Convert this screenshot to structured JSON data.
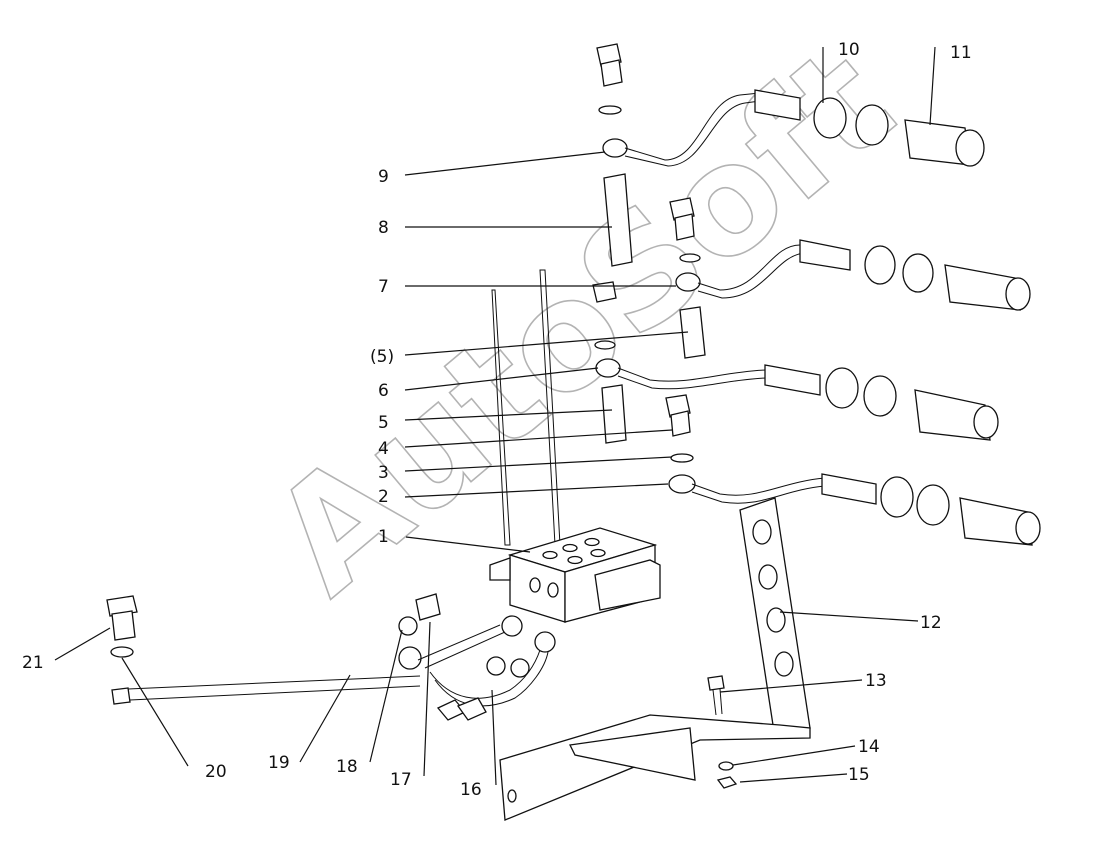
{
  "watermark": "AutoSoft",
  "callouts": [
    {
      "id": "c1",
      "label": "1"
    },
    {
      "id": "c2",
      "label": "2"
    },
    {
      "id": "c3",
      "label": "3"
    },
    {
      "id": "c4",
      "label": "4"
    },
    {
      "id": "c5",
      "label": "5"
    },
    {
      "id": "c5b",
      "label": "(5)"
    },
    {
      "id": "c6",
      "label": "6"
    },
    {
      "id": "c7",
      "label": "7"
    },
    {
      "id": "c8",
      "label": "8"
    },
    {
      "id": "c9",
      "label": "9"
    },
    {
      "id": "c10",
      "label": "10"
    },
    {
      "id": "c11",
      "label": "11"
    },
    {
      "id": "c12",
      "label": "12"
    },
    {
      "id": "c13",
      "label": "13"
    },
    {
      "id": "c14",
      "label": "14"
    },
    {
      "id": "c15",
      "label": "15"
    },
    {
      "id": "c16",
      "label": "16"
    },
    {
      "id": "c17",
      "label": "17"
    },
    {
      "id": "c18",
      "label": "18"
    },
    {
      "id": "c19",
      "label": "19"
    },
    {
      "id": "c20",
      "label": "20"
    },
    {
      "id": "c21",
      "label": "21"
    }
  ]
}
